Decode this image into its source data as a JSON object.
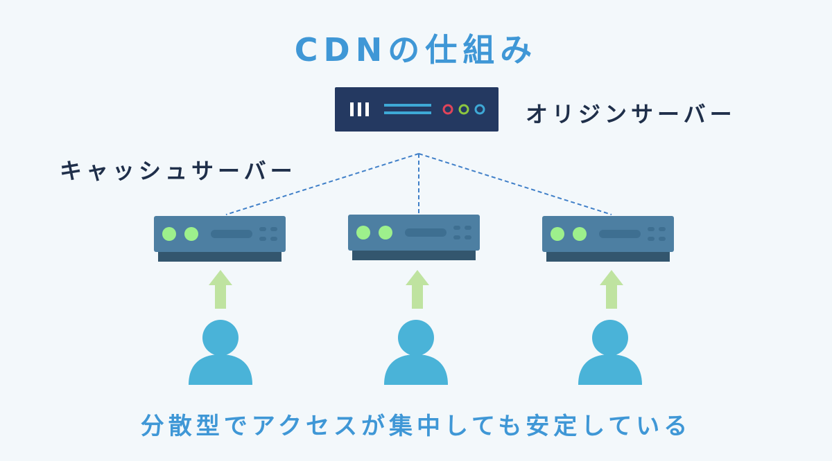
{
  "title": "CDNの仕組み",
  "origin_server": {
    "label": "オリジンサーバー",
    "colors": {
      "body": "#243961",
      "bars": "#ffffff",
      "lines": "#3ea9d6",
      "dot_red": "#e0445a",
      "dot_green": "#8cc63f",
      "dot_blue": "#3ea9d6"
    }
  },
  "cache_servers": {
    "label": "キャッシュサーバー",
    "count": 3,
    "colors": {
      "body": "#4d7fa2",
      "base": "#33566e",
      "lights": "#9df08c",
      "slot": "#3e6f91"
    }
  },
  "users": {
    "count": 3,
    "colors": {
      "person": "#4ab3d8",
      "arrow": "#bfe3a0"
    }
  },
  "connector_color": "#3f7fc8",
  "footer": "分散型でアクセスが集中しても安定している"
}
